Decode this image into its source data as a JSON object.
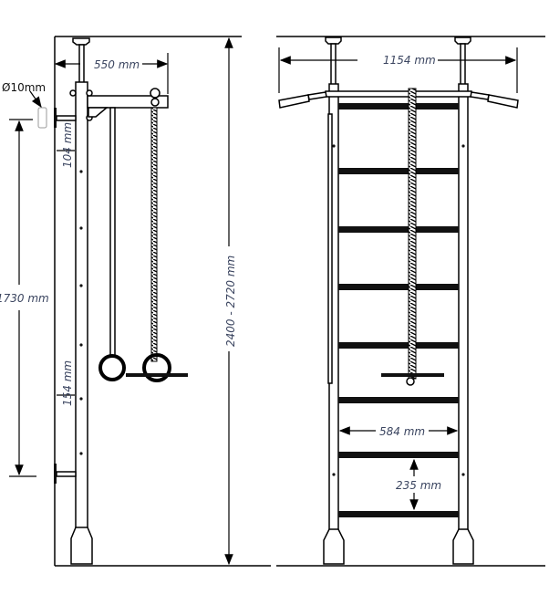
{
  "labels": {
    "hole_diameter": "Ø10mm",
    "arm_length": "550 mm",
    "wall_offset": "104 mm",
    "mount_spacing": "1730 mm",
    "ring_offset": "154 mm",
    "height_range": "2400 - 2720 mm",
    "bar_width": "1154 mm",
    "ladder_width": "584 mm",
    "rung_spacing": "235 mm"
  }
}
